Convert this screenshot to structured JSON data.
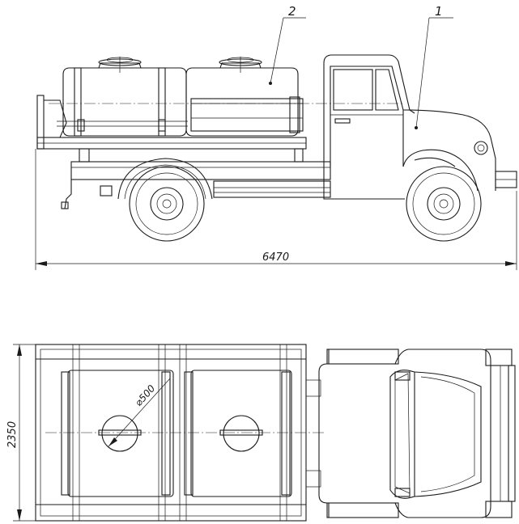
{
  "callouts": {
    "label_1": "1",
    "label_2": "2"
  },
  "dimensions": {
    "overall_length": "6470",
    "overall_width": "2350",
    "hatch_diameter": "⌀500"
  }
}
